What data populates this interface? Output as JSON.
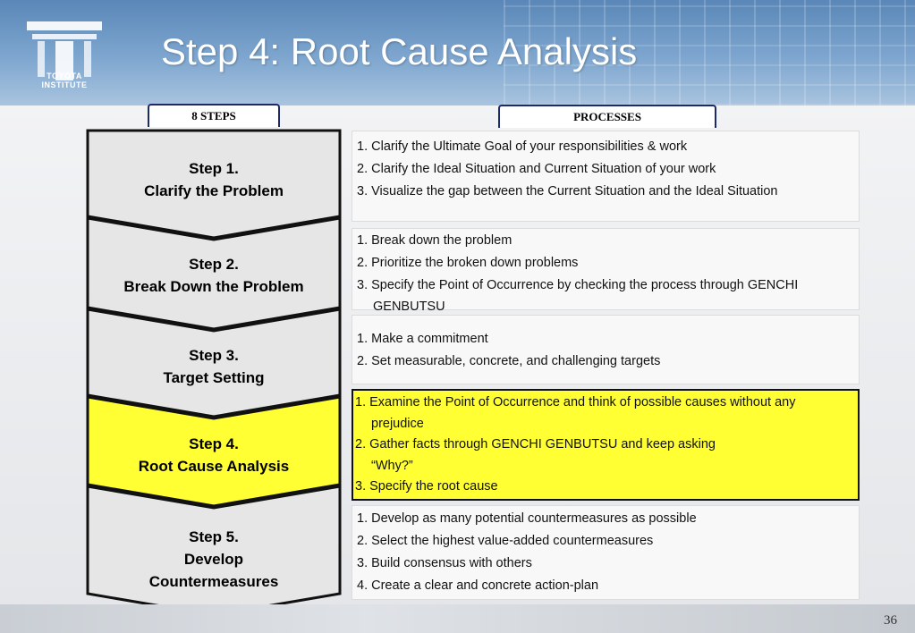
{
  "header": {
    "title": "Step 4: Root Cause Analysis",
    "logo_line1": "TOYOTA",
    "logo_line2": "INSTITUTE"
  },
  "tabs": {
    "steps": "8 STEPS",
    "processes": "PROCESSES"
  },
  "steps": [
    {
      "line1": "Step 1.",
      "line2": "Clarify the Problem",
      "line3": ""
    },
    {
      "line1": "Step 2.",
      "line2": "Break Down the Problem",
      "line3": ""
    },
    {
      "line1": "Step 3.",
      "line2": "Target Setting",
      "line3": ""
    },
    {
      "line1": "Step 4.",
      "line2": "Root Cause Analysis",
      "line3": ""
    },
    {
      "line1": "Step 5.",
      "line2": "Develop",
      "line3": "Countermeasures"
    }
  ],
  "active_step_index": 3,
  "colors": {
    "highlight": "#ffff33",
    "chevron": "#e6e6e6",
    "border": "#1c2a6b"
  },
  "processes": [
    [
      "1. Clarify the Ultimate Goal of your responsibilities & work",
      "2. Clarify the Ideal Situation and Current Situation of your work",
      "3. Visualize the gap between the Current Situation and the Ideal Situation"
    ],
    [
      "1. Break down the problem",
      "2. Prioritize the broken down problems",
      "3. Specify the Point of Occurrence by checking the process through  GENCHI",
      "GENBUTSU"
    ],
    [
      "1. Make a commitment",
      "2. Set measurable, concrete, and challenging targets"
    ],
    [
      "1. Examine the Point of Occurrence and think of possible causes without any",
      "prejudice",
      "2. Gather facts through GENCHI GENBUTSU and keep asking",
      "“Why?”",
      "3. Specify the root cause"
    ],
    [
      "1. Develop as  many potential countermeasures as possible",
      "2. Select the highest value-added countermeasures",
      "3. Build consensus with others",
      "4. Create a clear and concrete action-plan"
    ]
  ],
  "footer": {
    "page_number": "36"
  }
}
